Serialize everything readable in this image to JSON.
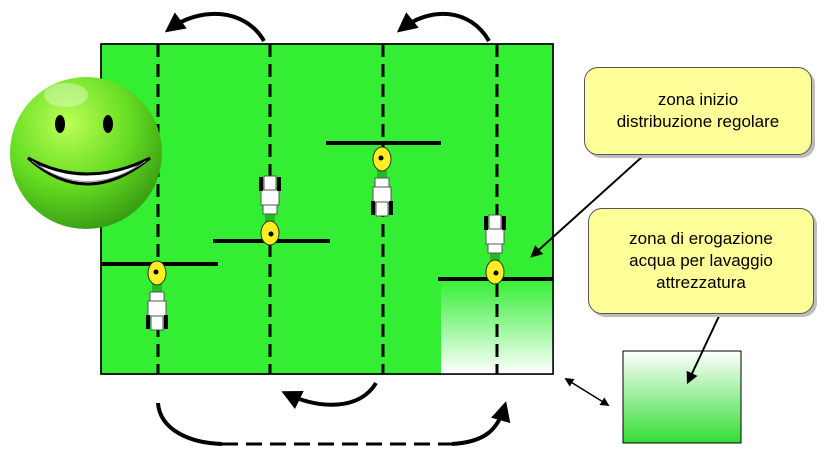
{
  "colors": {
    "field": "#33ee33",
    "tractor_head": "#ffee22",
    "callout_bg": "#ffff99",
    "smiley": "#66dd22"
  },
  "icons": [
    "smiley-face-icon",
    "tractor-icon",
    "curved-arrow-icon",
    "double-arrow-icon"
  ],
  "callouts": {
    "start_zone": [
      "zona inizio",
      "distribuzione regolare"
    ],
    "wash_zone": [
      "zona di erogazione",
      "acqua per lavaggio",
      "attrezzatura"
    ]
  }
}
